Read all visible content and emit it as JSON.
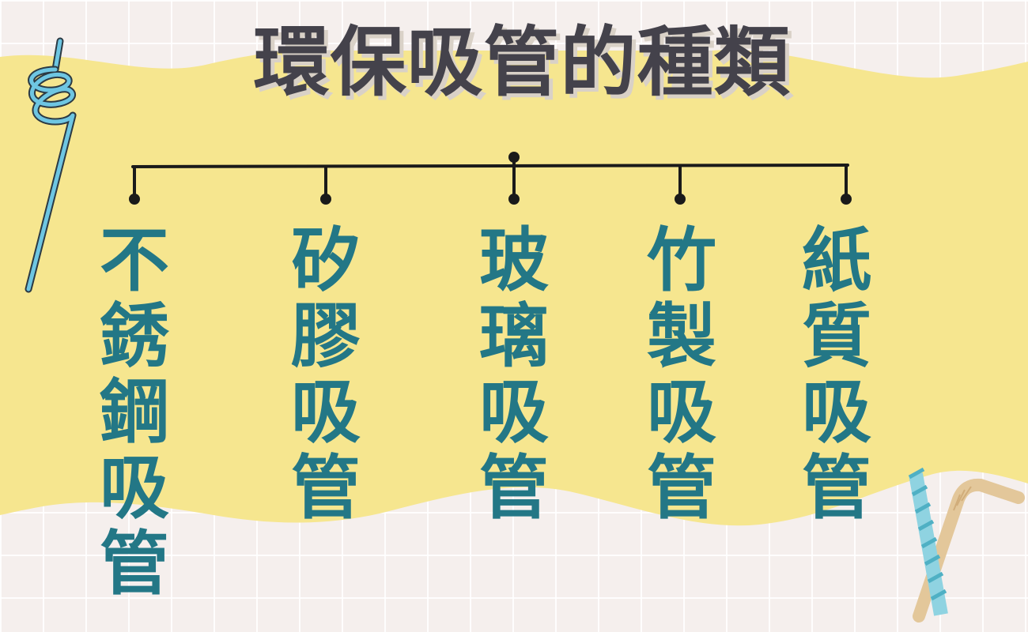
{
  "title": "環保吸管的種類",
  "categories": [
    {
      "label": "不銹鋼吸管",
      "chars": [
        "不",
        "銹",
        "鋼",
        "吸",
        "管"
      ]
    },
    {
      "label": "矽膠吸管",
      "chars": [
        "矽",
        "膠",
        "吸",
        "管"
      ]
    },
    {
      "label": "玻璃吸管",
      "chars": [
        "玻",
        "璃",
        "吸",
        "管"
      ]
    },
    {
      "label": "竹製吸管",
      "chars": [
        "竹",
        "製",
        "吸",
        "管"
      ]
    },
    {
      "label": "紙質吸管",
      "chars": [
        "紙",
        "質",
        "吸",
        "管"
      ]
    }
  ],
  "colors": {
    "background": "#f5efed",
    "blob": "#f6e68f",
    "title_text": "#44424b",
    "category_text": "#237786",
    "connector": "#1a1a1a"
  },
  "icons": [
    "spiral-straw-icon",
    "striped-straw-icon",
    "bent-straw-icon"
  ]
}
